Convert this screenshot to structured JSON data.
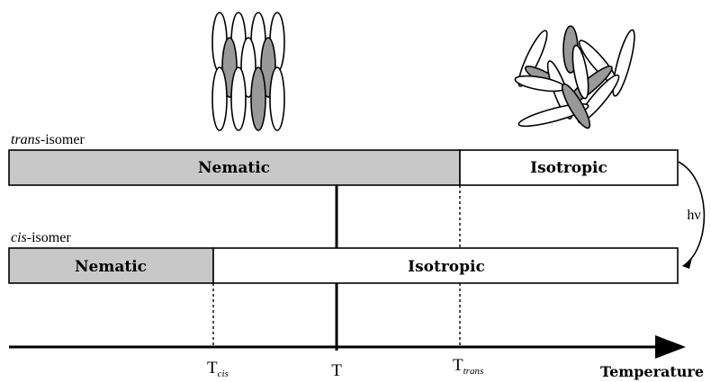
{
  "trans_row": {
    "label_italic": "trans",
    "label_rest": "-isomer",
    "nematic_label": "Nematic",
    "isotropic_label": "Isotropic"
  },
  "cis_row": {
    "label_italic": "cis",
    "label_rest": "-isomer",
    "nematic_label": "Nematic",
    "isotropic_label": "Isotropic"
  },
  "arrow_label": "hν",
  "axis": {
    "title": "Temperature",
    "t_cis": {
      "main": "T",
      "sub": "cis"
    },
    "t": {
      "main": "T"
    },
    "t_trans": {
      "main": "T",
      "sub": "trans"
    }
  },
  "colors": {
    "nematic_fill": "#c8c8c8",
    "isotropic_fill": "#ffffff",
    "grey_molecule": "#999999",
    "line": "#000000"
  }
}
